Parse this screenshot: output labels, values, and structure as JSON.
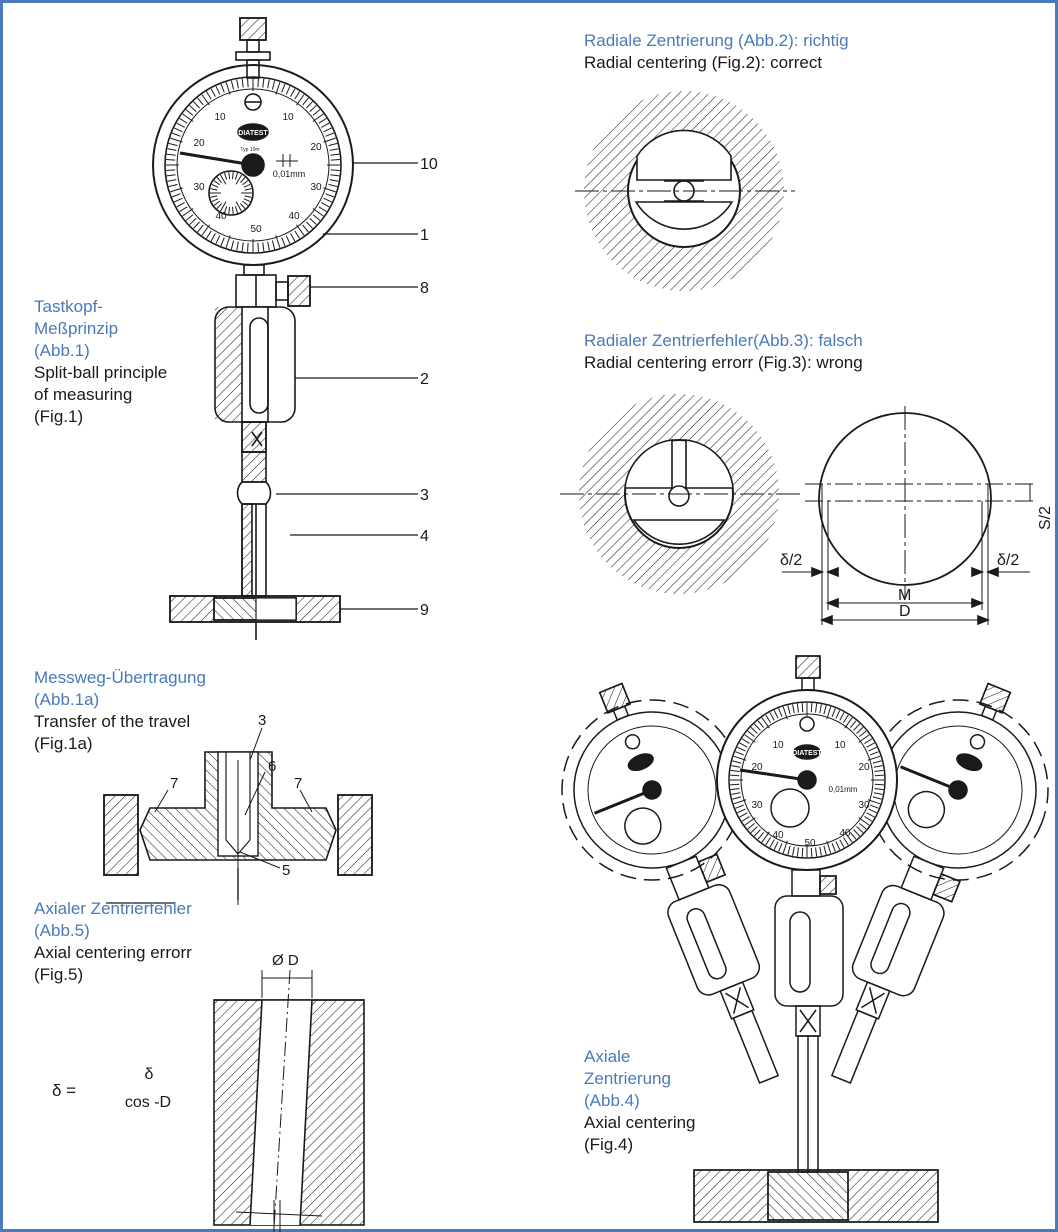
{
  "fig1": {
    "title_de": [
      "Tastkopf-",
      "Meßprinzip",
      "(Abb.1)"
    ],
    "title_en": [
      "Split-ball principle",
      "of measuring",
      "(Fig.1)"
    ],
    "dial": {
      "brand": "DIATEST",
      "model": "Typ 10m",
      "unit": "0,01mm",
      "scale_labels": [
        "10",
        "20",
        "30",
        "40",
        "50",
        "40",
        "30",
        "20",
        "10"
      ]
    },
    "callouts": [
      "10",
      "1",
      "8",
      "2",
      "3",
      "4",
      "9"
    ]
  },
  "fig1a": {
    "title_de": [
      "Messweg-Übertragung",
      "(Abb.1a)"
    ],
    "title_en": [
      "Transfer of the travel",
      "(Fig.1a)"
    ],
    "callouts": [
      "3",
      "6",
      "7",
      "7",
      "5"
    ]
  },
  "fig5": {
    "title_de": [
      "Axialer Zentrierfehler",
      "(Abb.5)"
    ],
    "title_en": [
      "Axial centering errorr",
      "(Fig.5)"
    ],
    "formula": {
      "lhs": "δ =",
      "numerator": "δ",
      "denominator": "cos -D"
    },
    "dim_label": "Ø D"
  },
  "fig2": {
    "title_de": "Radiale Zentrierung (Abb.2): richtig",
    "title_en": "Radial centering (Fig.2): correct"
  },
  "fig3": {
    "title_de": "Radialer Zentrierfehler(Abb.3): falsch",
    "title_en": "Radial centering errorr (Fig.3): wrong",
    "labels": {
      "half_delta_left": "δ/2",
      "half_delta_right": "δ/2",
      "m": "M",
      "d": "D",
      "s2": "S/2"
    }
  },
  "fig4": {
    "title_de": [
      "Axiale",
      "Zentrierung",
      "(Abb.4)"
    ],
    "title_en": [
      "Axial centering",
      "(Fig.4)"
    ]
  },
  "colors": {
    "frame": "#4a7ab8",
    "caption_de": "#4a7ab8",
    "ink": "#1a1a1a"
  }
}
